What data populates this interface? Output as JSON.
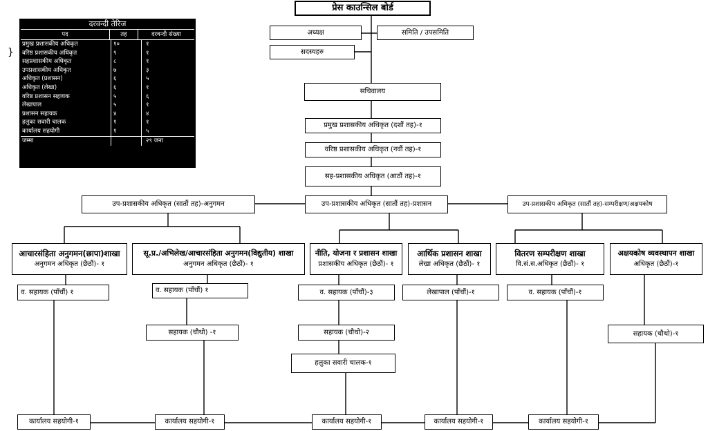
{
  "staff_table": {
    "title": "दरवन्दी तेरिज",
    "headers": {
      "post": "पद",
      "level": "तह",
      "count": "दरवन्दी संख्या"
    },
    "rows": [
      {
        "post": "प्रमुख प्रशासकीय अधिकृत",
        "level": "१०",
        "count": "१"
      },
      {
        "post": "वरिष्ठ प्रशासकीय अधिकृत",
        "level": "९",
        "count": "१"
      },
      {
        "post": "सहप्रशासकीय अधिकृत",
        "level": "८",
        "count": "१"
      },
      {
        "post": "उपप्रशासकीय अधिकृत",
        "level": "७",
        "count": "३"
      },
      {
        "post": "अधिकृत (प्रशासन)",
        "level": "६",
        "count": "५"
      },
      {
        "post": "अधिकृत (लेखा)",
        "level": "६",
        "count": "१"
      },
      {
        "post": "वरिष्ठ प्रशासन सहायक",
        "level": "५",
        "count": "६"
      },
      {
        "post": "लेखापाल",
        "level": "५",
        "count": "१"
      },
      {
        "post": "प्रशासन सहायक",
        "level": "४",
        "count": "४"
      },
      {
        "post": "हलुका सवारी चालक",
        "level": "१",
        "count": "१"
      },
      {
        "post": "कार्यालय सहयोगी",
        "level": "१",
        "count": "५"
      }
    ],
    "total": {
      "post": "जम्मा",
      "level": "",
      "count": "२९ जना"
    }
  },
  "stray_mark": "}",
  "org": {
    "board": "प्रेस काउन्सिल बोर्ड",
    "chairman": "अध्यक्ष",
    "committee": "समिति / उपसमिति",
    "members": "सदस्यहरु",
    "secretariat": "सचिवालय",
    "chief_admin": "प्रमुख प्रशासकीय अधिकृत (दशौं तह)-१",
    "senior_admin": "वरिष्ठ प्रशासकीय अधिकृत (नवौं तह)-१",
    "joint_admin": "सह-प्रशासकीय अधिकृत (आठौं तह)-१",
    "deputy_monitoring": "उप-प्रशासकीय अधिकृत (सातौं तह)-अनुगमन",
    "deputy_admin": "उप-प्रशासकीय अधिकृत (सातौं तह)-प्रशासन",
    "deputy_audit": "उप-प्रशासकीय अधिकृत (सातौं तह)-सम्परीक्षण/अक्षयकोष",
    "branches": [
      {
        "title": "आचारसंहिता अनुगमन(छापा)शाखा",
        "officer": "अनुगमन अधिकृत (छैठौं)- १"
      },
      {
        "title": "सू.प्र./अभिलेख/आचारसंहिता अनुगमन(विद्युतीय) शाखा",
        "officer": "अनुगमन अधिकृत (छैठौं)- १"
      },
      {
        "title": "नीति, योजना र प्रशासन शाखा",
        "officer": "प्रशासकीय अधिकृत (छैठौं)- १"
      },
      {
        "title": "आर्थिक प्रशासन शाखा",
        "officer": "लेखा अधिकृत (छैठौं)- १"
      },
      {
        "title": "वितरण सम्परीक्षण शाखा",
        "officer": "वि.सं.स.अधिकृत (छैठौं)- १"
      },
      {
        "title": "अक्षयकोष व्यवस्थापन शाखा",
        "officer": "अधिकृत (छैठौं)-१"
      }
    ],
    "sub_boxes": {
      "b1_senior_asst": "व. सहायक (पाँचौं) १",
      "b2_senior_asst": "व. सहायक (पाँचौं) १",
      "b2_asst": "सहायक (चौथो) -१",
      "b3_senior_asst": "व. सहायक (पाँचौं)-३",
      "b3_asst": "सहायक (चौथो)-२",
      "b3_driver": "हलुका सवारी चालक-१",
      "b4_accountant": "लेखापाल (पाँचौं)-१",
      "b5_senior_asst": "व. सहायक (पाँचौं)-१",
      "b6_asst": "सहायक (चौथो)-१"
    },
    "office_helpers": [
      "कार्यालय सहयोगी-१",
      "कार्यालय सहयोगी-१",
      "कार्यालय सहयोगी-१",
      "कार्यालय सहयोगी-१",
      "कार्यालय सहयोगी-१"
    ]
  }
}
